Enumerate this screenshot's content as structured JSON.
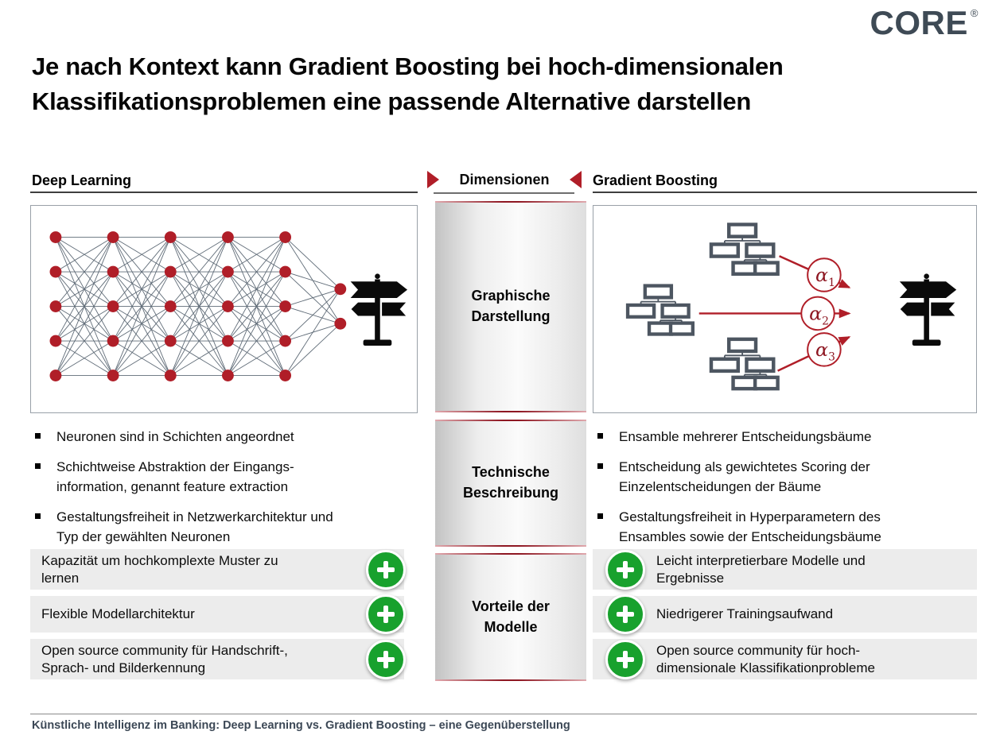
{
  "brand": {
    "name": "CORE",
    "registered_mark": "®"
  },
  "title": "Je nach Kontext kann Gradient Boosting bei hoch-dimensionalen\nKlassifikationsproblemen eine passende Alternative darstellen",
  "headers": {
    "left": "Deep Learning",
    "center": "Dimensionen",
    "right": "Gradient Boosting"
  },
  "dimensions_band": {
    "sections": [
      "Graphische\nDarstellung",
      "Technische\nBeschreibung",
      "Vorteile der\nModelle"
    ]
  },
  "deep_learning": {
    "bullets": [
      "Neuronen sind in Schichten angeordnet",
      "Schichtweise Abstraktion der Eingangs-\ninformation, genannt feature extraction",
      "Gestaltungsfreiheit in Netzwerkarchitektur und\nTyp der gewählten Neuronen"
    ],
    "advantages": [
      "Kapazität um hochkomplexte Muster zu\nlernen",
      "Flexible Modellarchitektur",
      "Open source community für Handschrift-,\nSprach- und Bilderkennung"
    ],
    "network": {
      "layers": [
        5,
        5,
        5,
        5,
        5,
        2
      ]
    }
  },
  "gradient_boosting": {
    "bullets": [
      "Ensamble mehrerer Entscheidungsbäume",
      "Entscheidung als gewichtetes Scoring der\nEinzelentscheidungen der Bäume",
      "Gestaltungsfreiheit in Hyperparametern des\nEnsambles sowie der Entscheidungsbäume"
    ],
    "advantages": [
      "Leicht interpretierbare Modelle und\nErgebnisse",
      "Niedrigerer Trainingsaufwand",
      "Open source community für hoch-\ndimensionale Klassifikationprobleme"
    ],
    "weights": [
      {
        "base": "α",
        "sub": "1"
      },
      {
        "base": "α",
        "sub": "2"
      },
      {
        "base": "α",
        "sub": "3"
      }
    ]
  },
  "footer": "Künstliche Intelligenz im Banking: Deep Learning vs. Gradient Boosting – eine Gegenüberstellung",
  "colors": {
    "accent_red": "#B01E28",
    "dark_red": "#8E1722",
    "slate": "#3E4A55",
    "tree_gray": "#4D5661",
    "green": "#18A12D",
    "row_bg": "#ECECEC",
    "net_line": "#5F6B77"
  }
}
